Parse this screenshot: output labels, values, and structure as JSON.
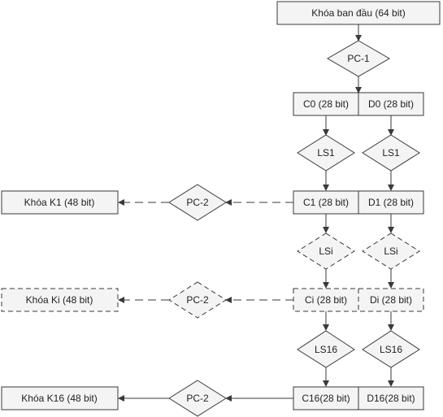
{
  "nodes": {
    "original_key": "Khóa ban đầu (64 bit)",
    "pc1": "PC-1",
    "c0": "C0 (28 bit)",
    "d0": "D0 (28 bit)",
    "ls1_left": "LS1",
    "ls1_right": "LS1",
    "c1": "C1 (28 bit)",
    "d1": "D1 (28 bit)",
    "pc2_row1": "PC-2",
    "k1": "Khóa K1 (48 bit)",
    "lsi_left": "LSi",
    "lsi_right": "LSi",
    "ci": "Ci (28 bit)",
    "di": "Di (28 bit)",
    "pc2_rowi": "PC-2",
    "ki": "Khóa Ki (48 bit)",
    "ls16_left": "LS16",
    "ls16_right": "LS16",
    "c16": "C16(28 bit)",
    "d16": "D16(28 bit)",
    "pc2_row16": "PC-2",
    "k16": "Khóa K16 (48 bit)"
  }
}
